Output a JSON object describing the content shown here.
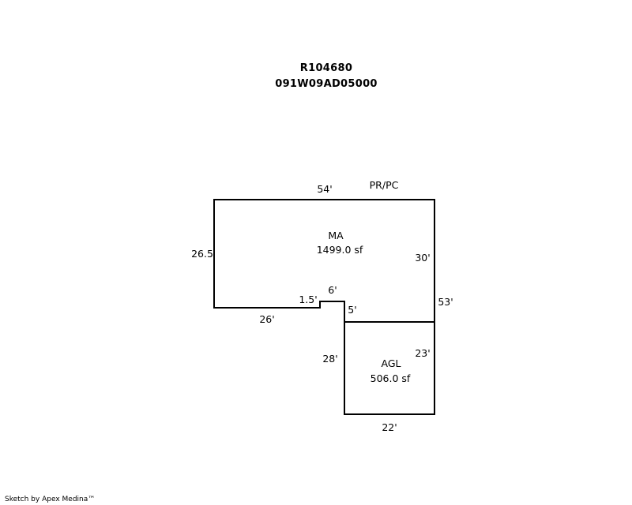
{
  "header": {
    "parcel_id": "R104680",
    "map_number": "091W09AD05000"
  },
  "areas": {
    "main": {
      "code": "MA",
      "size": "1499.0 sf"
    },
    "garage": {
      "code": "AGL",
      "size": "506.0 sf"
    }
  },
  "dimensions": {
    "top": "54'",
    "top_right_note": "PR/PC",
    "left": "26.5",
    "main_right": "30'",
    "outer_right": "53'",
    "bottom_left": "26'",
    "notch_left": "1.5'",
    "notch_top": "6'",
    "notch_right": "5'",
    "garage_left": "28'",
    "garage_right": "23'",
    "garage_bottom": "22'"
  },
  "footer": {
    "credit": "Sketch by Apex Medina™"
  },
  "colors": {
    "line": "#000000",
    "background": "#ffffff"
  }
}
